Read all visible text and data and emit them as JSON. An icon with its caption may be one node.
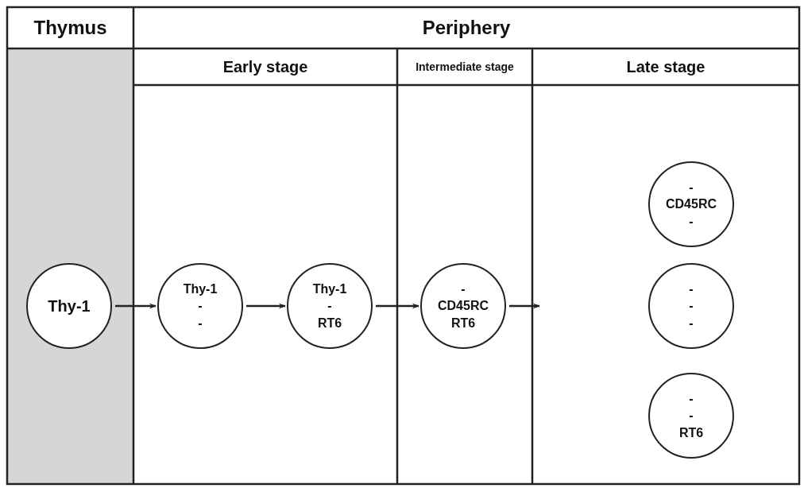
{
  "diagram": {
    "nodes": [
      {
        "text": [
          "Thy-1"
        ]
      },
      {
        "text": [
          "Thy-1",
          "-",
          "-"
        ]
      },
      {
        "text": [
          "Thy-1",
          "-",
          "RT6"
        ]
      },
      {
        "text": [
          "-",
          "CD45RC",
          "RT6"
        ]
      },
      {
        "text": [
          "-",
          "CD45RC",
          "-"
        ]
      },
      {
        "text": [
          "-",
          "-",
          "-"
        ]
      },
      {
        "text": [
          "-",
          "-",
          "RT6"
        ]
      }
    ],
    "edges": [
      {
        "from": 0,
        "to": 1,
        "arrow": "to"
      },
      {
        "from": 1,
        "to": 2,
        "arrow": "to"
      },
      {
        "from": 2,
        "to": 3,
        "arrow": "to"
      },
      {
        "from": 3,
        "to": null,
        "arrow": "to"
      }
    ],
    "labels": [
      "Thymus",
      "Periphery",
      "Early stage",
      "Intermediate stage",
      "Late stage"
    ]
  }
}
